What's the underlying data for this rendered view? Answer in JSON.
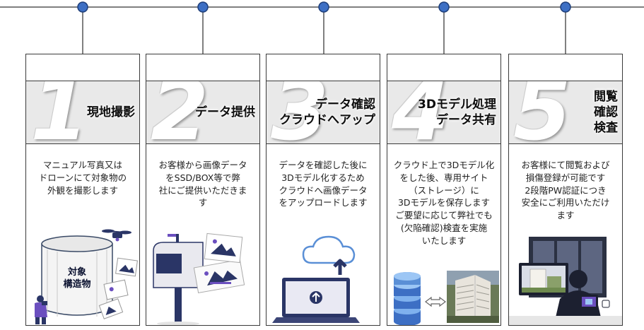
{
  "steps": [
    {
      "number": "1",
      "title_lines": [
        "現地撮影"
      ],
      "desc_lines": [
        "マニュアル写真又は",
        "ドローンにて対象物の",
        "外観を撮影します"
      ],
      "illustration_label_lines": [
        "対象",
        "構造物"
      ]
    },
    {
      "number": "2",
      "title_lines": [
        "データ提供"
      ],
      "desc_lines": [
        "お客様から画像データ",
        "をSSD/BOX等で弊",
        "社にご提供いただきま",
        "す"
      ]
    },
    {
      "number": "3",
      "title_lines": [
        "データ確認",
        "クラウドへアップ"
      ],
      "desc_lines": [
        "データを確認した後に",
        "3Dモデル化するため",
        "クラウドへ画像データ",
        "をアップロードします"
      ]
    },
    {
      "number": "4",
      "title_lines": [
        "3Dモデル処理",
        "データ共有"
      ],
      "desc_lines": [
        "クラウド上で3Dモデル化",
        "をした後、専用サイト",
        "（ストレージ）に",
        "3Dモデルを保存します",
        "ご要望に応じて弊社でも",
        "(欠陥確認)検査を実施",
        "いたします"
      ]
    },
    {
      "number": "5",
      "title_lines": [
        "閲覧",
        "確認",
        "検査"
      ],
      "desc_lines": [
        "お客様にて閲覧および",
        "損傷登録が可能です",
        "2段階PW認証につき",
        "安全にご利用いただけ",
        "ます"
      ]
    }
  ],
  "colors": {
    "node": "#3d6fc4",
    "node_stroke": "#1f3f7a",
    "line": "#555555",
    "navy": "#2a3566",
    "accent": "#6b4fbf"
  },
  "icons": [
    "tank-icon",
    "drone-icon",
    "person-camera-icon",
    "mailbox-icon",
    "photo-card-icon",
    "cloud-upload-icon",
    "laptop-icon",
    "database-icon",
    "exchange-arrows-icon",
    "building-model-icon",
    "person-monitor-icon"
  ]
}
